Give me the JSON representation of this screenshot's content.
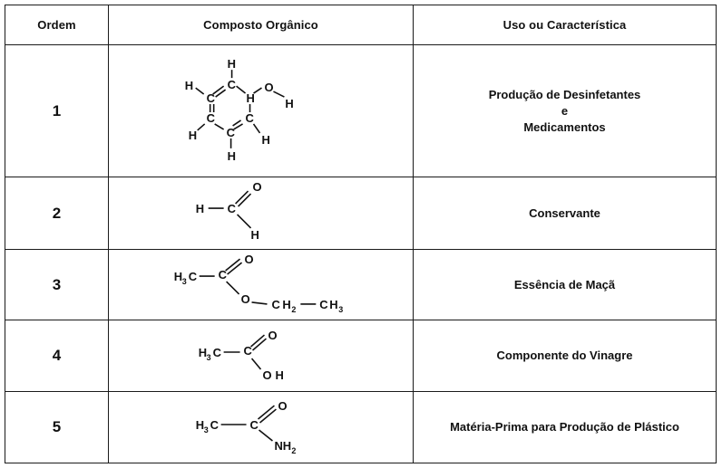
{
  "header": {
    "col_order": "Ordem",
    "col_compound": "Composto Orgânico",
    "col_use": "Uso ou Característica"
  },
  "rows": [
    {
      "order": "1",
      "use_lines": [
        "Produção de Desinfetantes",
        "e",
        "Medicamentos"
      ],
      "structure": {
        "name": "phenol",
        "atoms": [
          "H",
          "H",
          "C",
          "C",
          "O",
          "H",
          "H",
          "C",
          "C",
          "H",
          "C",
          "C",
          "H",
          "H"
        ]
      }
    },
    {
      "order": "2",
      "use": "Conservante",
      "structure": {
        "name": "formaldehyde",
        "atoms": [
          "O",
          "H",
          "C",
          "H"
        ]
      }
    },
    {
      "order": "3",
      "use": "Essência de Maçã",
      "structure": {
        "name": "ethyl-acetate",
        "atoms": [
          "H",
          "3",
          "C",
          "C",
          "O",
          "O",
          "C",
          "H",
          "2",
          "C",
          "H",
          "3"
        ]
      }
    },
    {
      "order": "4",
      "use": "Componente do Vinagre",
      "structure": {
        "name": "acetic-acid",
        "atoms": [
          "H",
          "3",
          "C",
          "C",
          "O",
          "O",
          "H"
        ]
      }
    },
    {
      "order": "5",
      "use": "Matéria-Prima para Produção de Plástico",
      "structure": {
        "name": "acetamide",
        "atoms": [
          "H",
          "3",
          "C",
          "C",
          "O",
          "NH",
          "2"
        ]
      }
    }
  ]
}
